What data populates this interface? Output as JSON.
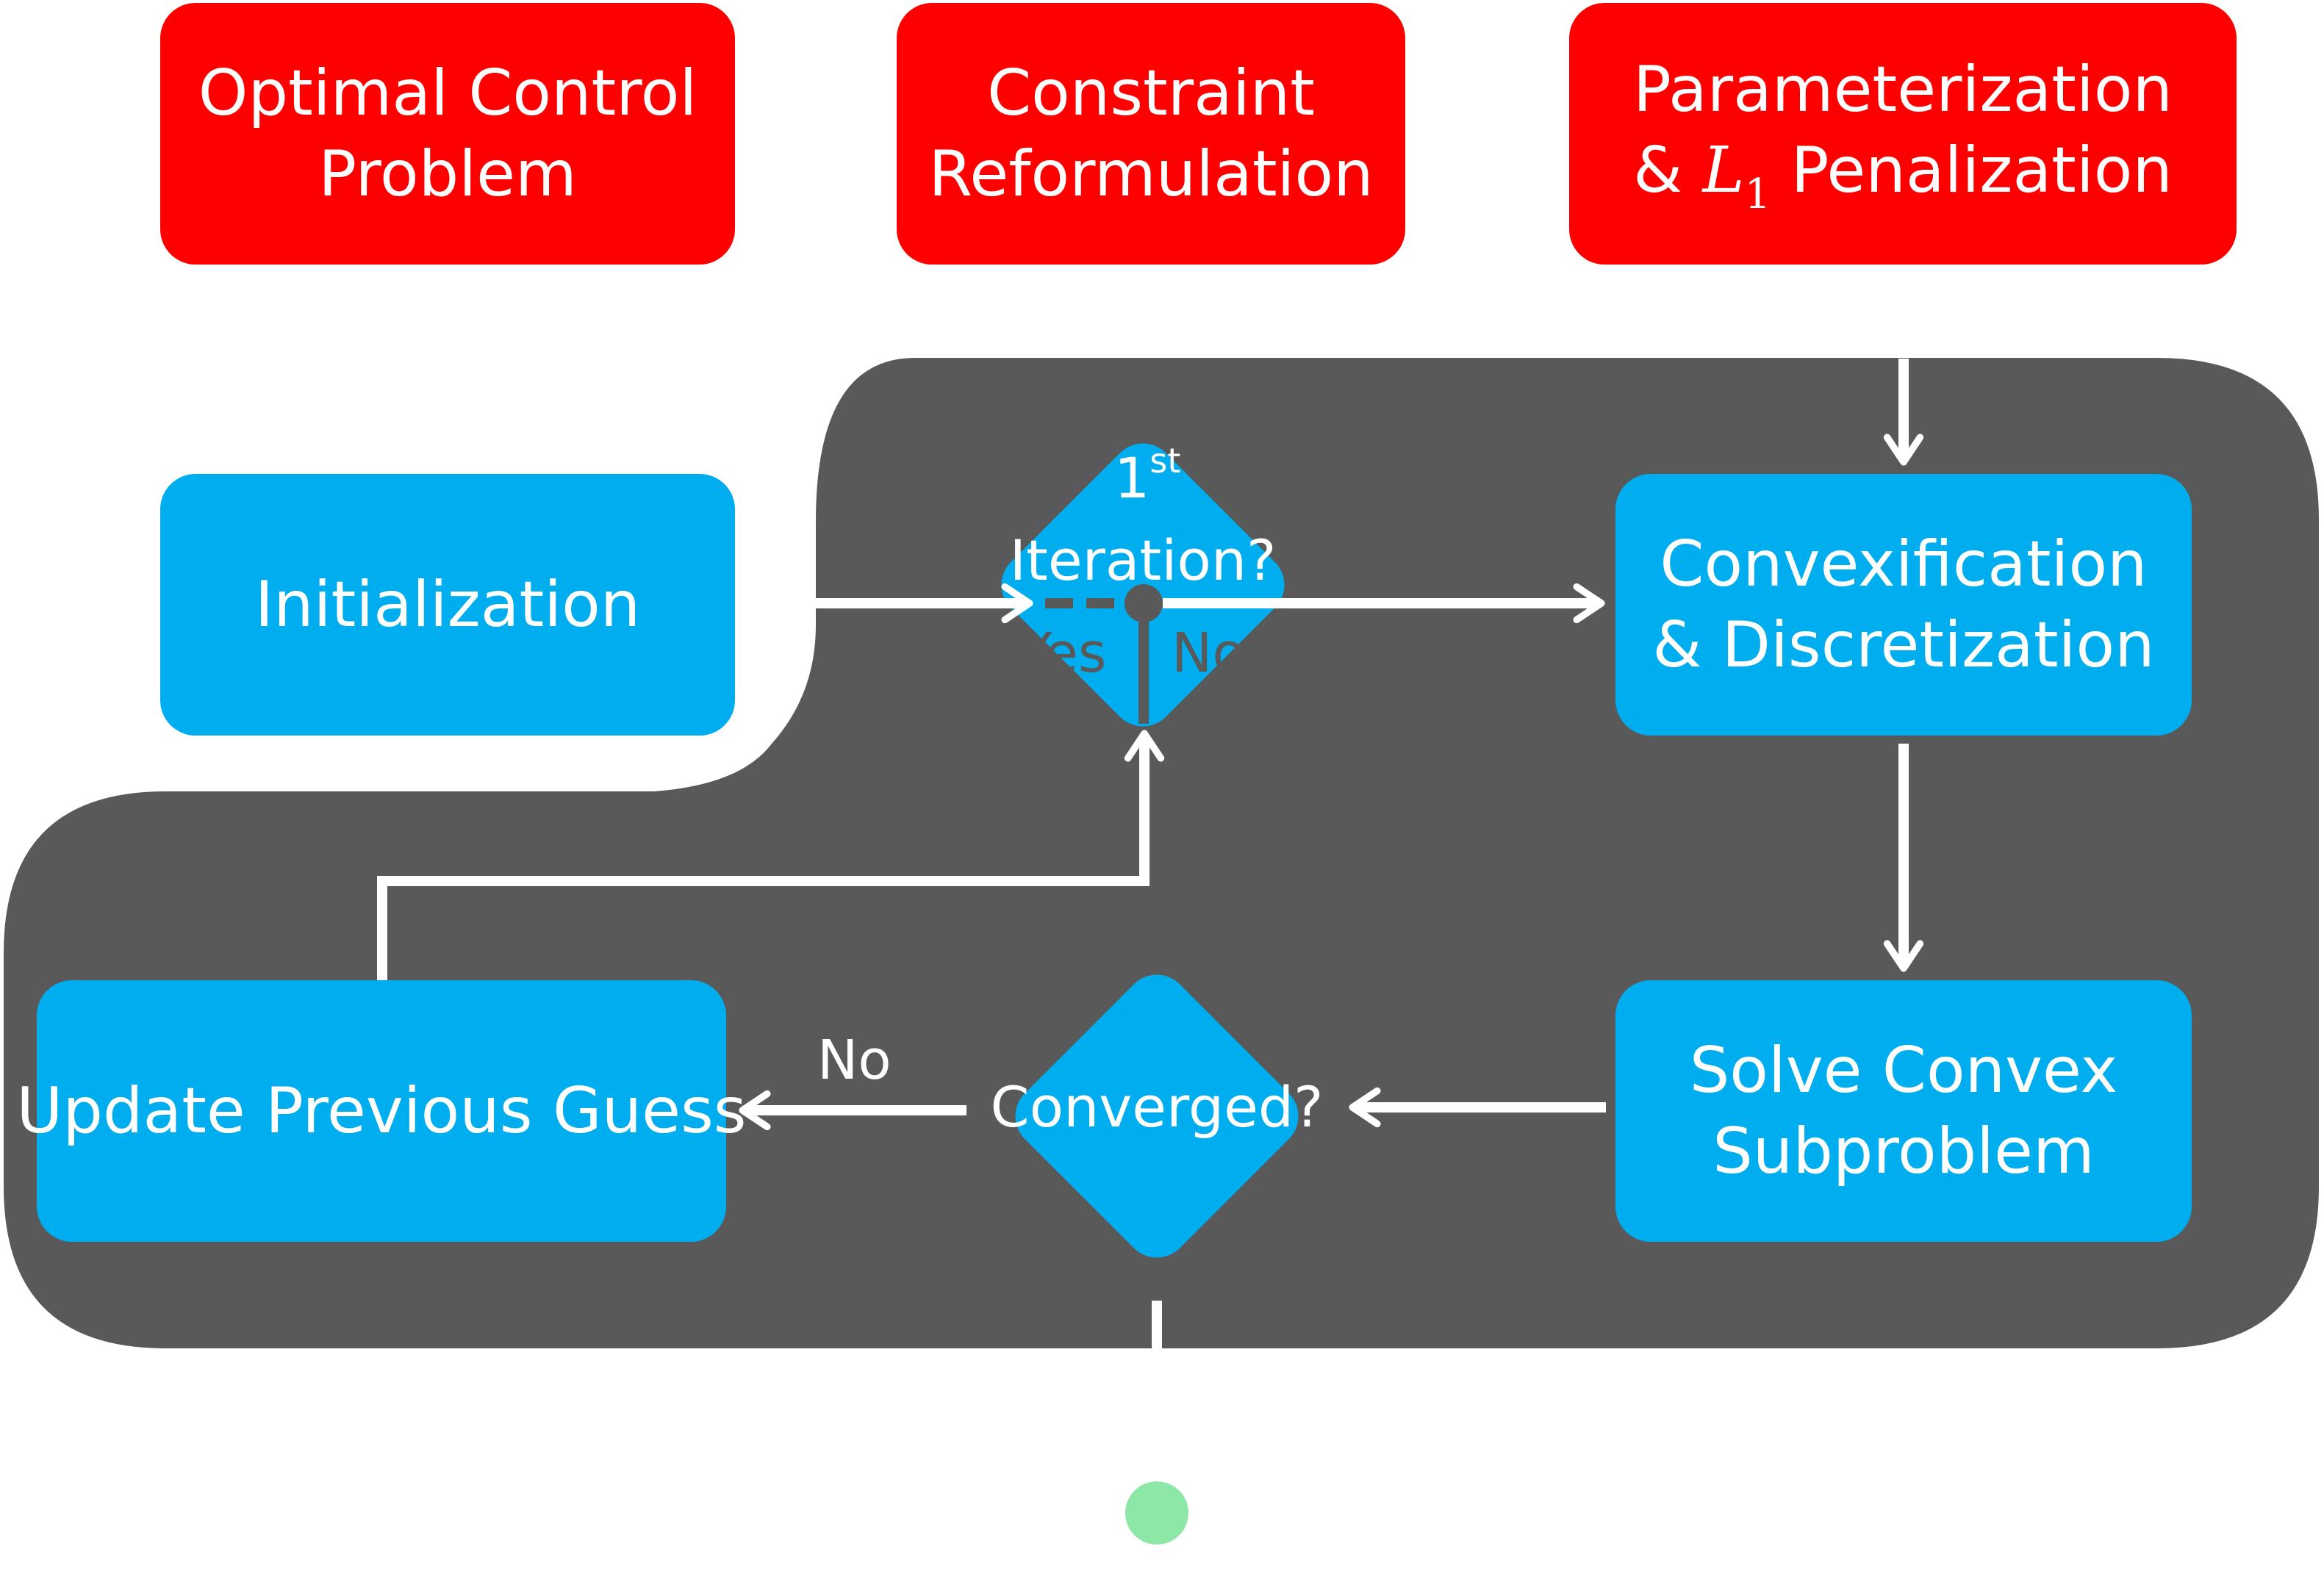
{
  "top_row": {
    "optimal_control": [
      "Optimal Control",
      "Problem"
    ],
    "constraint": [
      "Constraint",
      "Reformulation"
    ],
    "parameterization": {
      "line1": "Parameterization",
      "line2_prefix": "&",
      "math_symbol": "L",
      "math_subscript": "1",
      "line2_suffix": "Penalization"
    }
  },
  "loop": {
    "initialization": "Initialization",
    "first_iteration": {
      "number": "1",
      "superscript": "st",
      "text": "Iteration?"
    },
    "yes_label": "Yes",
    "no_label_top": "No",
    "convexification": [
      "Convexification",
      "& Discretization"
    ],
    "solve": [
      "Solve Convex",
      "Subproblem"
    ],
    "converged": "Converged?",
    "no_label_bottom": "No",
    "update": "Update Previous Guess"
  },
  "colors": {
    "red_box": "#ff0000",
    "blue_box": "#00adee",
    "loop_background": "#595959",
    "arrow": "#ffffff",
    "terminal": "#8de8a8"
  }
}
